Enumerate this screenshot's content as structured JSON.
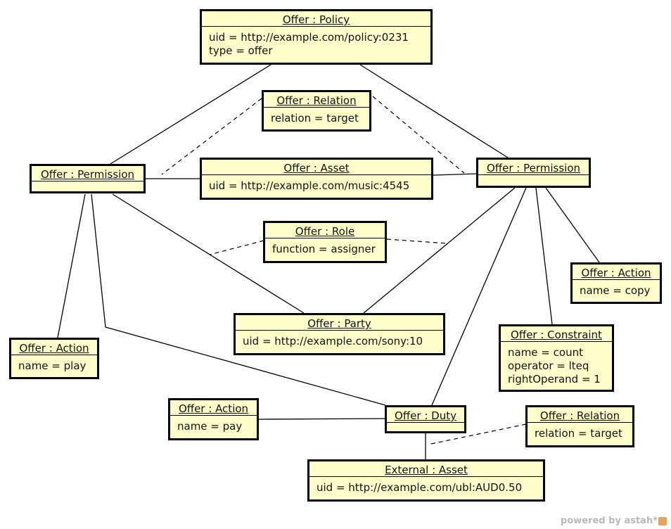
{
  "objects": {
    "policy": {
      "title": "Offer : Policy",
      "attrs": [
        "uid = http://example.com/policy:0231",
        "type = offer"
      ]
    },
    "relation_top": {
      "title": "Offer : Relation",
      "attrs": [
        "relation = target"
      ]
    },
    "permission_left": {
      "title": "Offer : Permission",
      "attrs": []
    },
    "asset": {
      "title": "Offer : Asset",
      "attrs": [
        "uid = http://example.com/music:4545"
      ]
    },
    "permission_right": {
      "title": "Offer : Permission",
      "attrs": []
    },
    "role": {
      "title": "Offer : Role",
      "attrs": [
        "function = assigner"
      ]
    },
    "action_copy": {
      "title": "Offer : Action",
      "attrs": [
        "name = copy"
      ]
    },
    "party": {
      "title": "Offer : Party",
      "attrs": [
        "uid = http://example.com/sony:10"
      ]
    },
    "action_play": {
      "title": "Offer : Action",
      "attrs": [
        "name = play"
      ]
    },
    "constraint": {
      "title": "Offer : Constraint",
      "attrs": [
        "name = count",
        "operator = lteq",
        "rightOperand = 1"
      ]
    },
    "action_pay": {
      "title": "Offer : Action",
      "attrs": [
        "name = pay"
      ]
    },
    "duty": {
      "title": "Offer : Duty",
      "attrs": []
    },
    "relation_bottom": {
      "title": "Offer : Relation",
      "attrs": [
        "relation = target"
      ]
    },
    "external_asset": {
      "title": "External : Asset",
      "attrs": [
        "uid = http://example.com/ubl:AUD0.50"
      ]
    }
  },
  "watermark": "powered by astah*"
}
